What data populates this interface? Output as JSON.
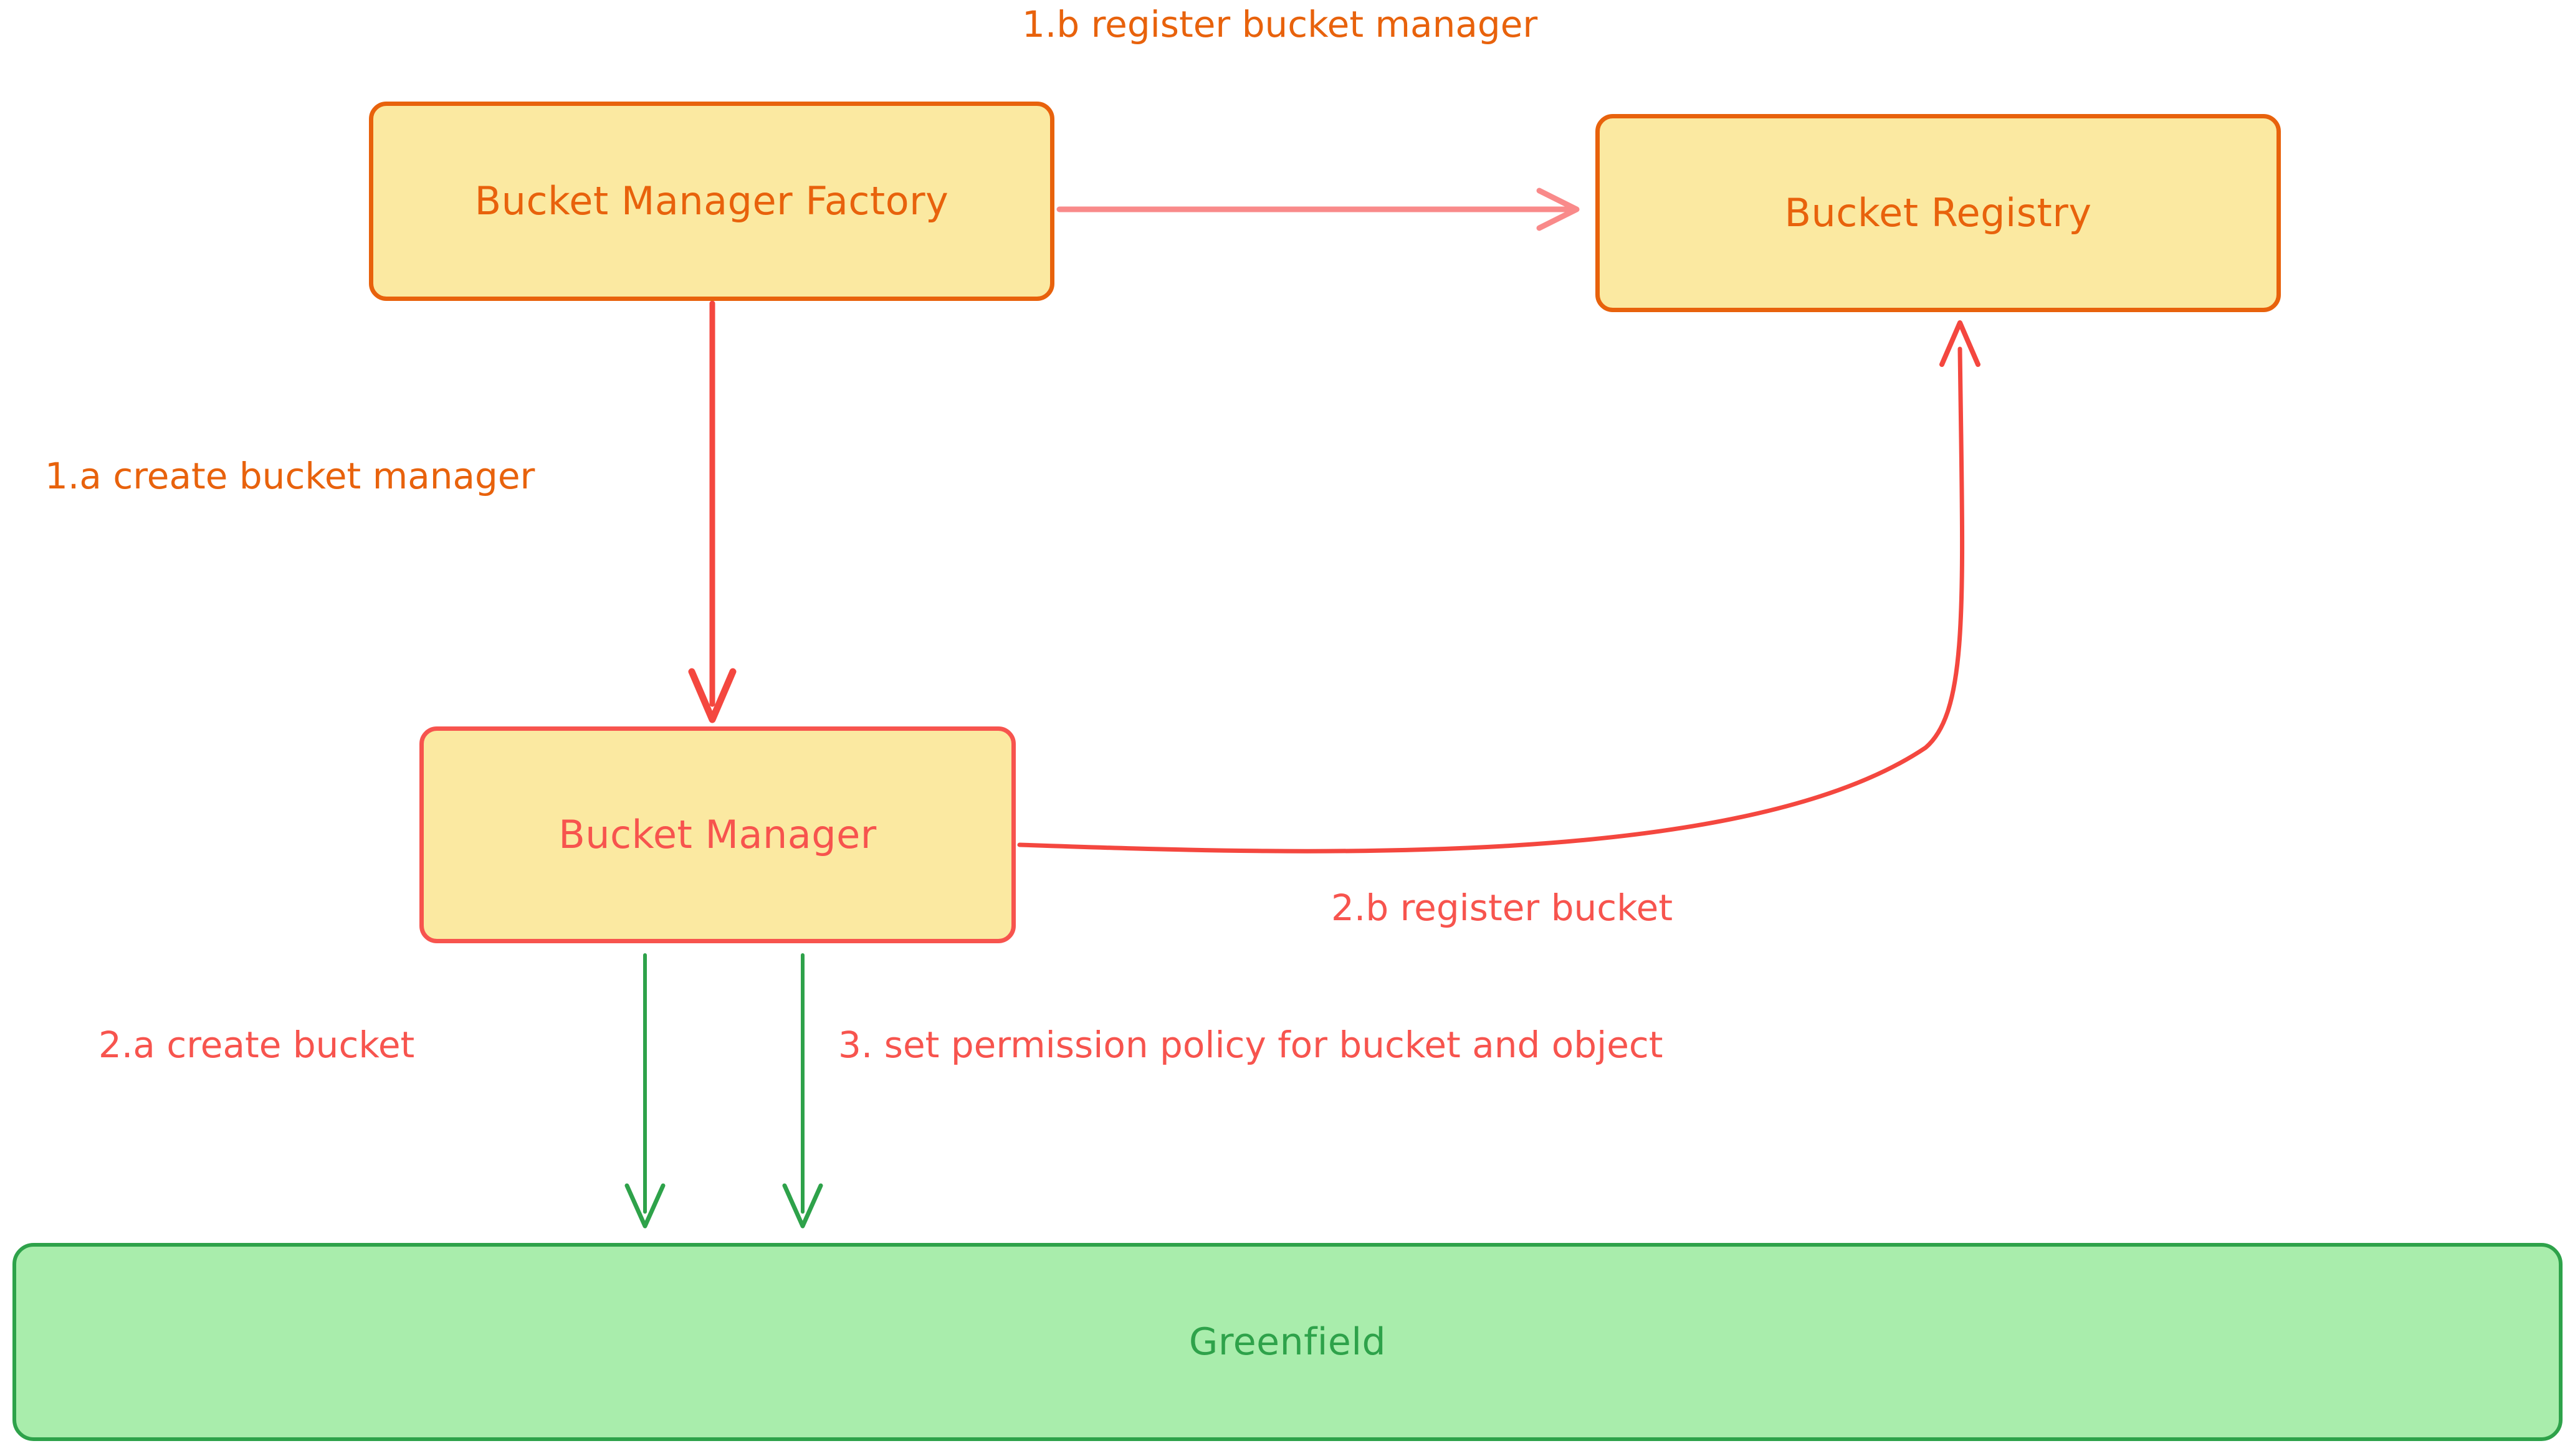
{
  "diagram": {
    "type": "flowchart",
    "title": "",
    "background": "#ffffff",
    "palette": {
      "node_fill_yellow": "#FBE9A1",
      "node_fill_green": "#A9EDAC",
      "orange": "#E8620C",
      "red": "#F7544E",
      "salmon": "#F98A8A",
      "green": "#2EA24A"
    },
    "nodes": [
      {
        "id": "bucket-manager-factory",
        "label": "Bucket Manager Factory",
        "fill": "#FBE9A1",
        "border": "#E8620C",
        "text_color": "#E8620C"
      },
      {
        "id": "bucket-registry",
        "label": "Bucket Registry",
        "fill": "#FBE9A1",
        "border": "#E8620C",
        "text_color": "#E8620C"
      },
      {
        "id": "bucket-manager",
        "label": "Bucket Manager",
        "fill": "#FBE9A1",
        "border": "#F7544E",
        "text_color": "#F7544E"
      },
      {
        "id": "greenfield",
        "label": "Greenfield",
        "fill": "#A9EDAC",
        "border": "#2EA24A",
        "text_color": "#2EA24A"
      }
    ],
    "edges": [
      {
        "id": "edge-1a",
        "label": "1.a create bucket manager",
        "from": "bucket-manager-factory",
        "to": "bucket-manager",
        "color": "#F7544E",
        "label_color": "#E8620C",
        "arrowhead": "down"
      },
      {
        "id": "edge-1b",
        "label": "1.b register bucket manager",
        "from": "bucket-manager-factory",
        "to": "bucket-registry",
        "color": "#F98A8A",
        "label_color": "#E8620C",
        "arrowhead": "right"
      },
      {
        "id": "edge-2a",
        "label": "2.a create bucket",
        "from": "bucket-manager",
        "to": "greenfield",
        "color": "#2EA24A",
        "label_color": "#F7544E",
        "arrowhead": "down"
      },
      {
        "id": "edge-2b",
        "label": "2.b register bucket",
        "from": "bucket-manager",
        "to": "bucket-registry",
        "color": "#F7544E",
        "label_color": "#F7544E",
        "arrowhead": "up"
      },
      {
        "id": "edge-3",
        "label": "3. set permission policy for bucket and object",
        "from": "bucket-manager",
        "to": "greenfield",
        "color": "#2EA24A",
        "label_color": "#F7544E",
        "arrowhead": "down"
      }
    ]
  }
}
